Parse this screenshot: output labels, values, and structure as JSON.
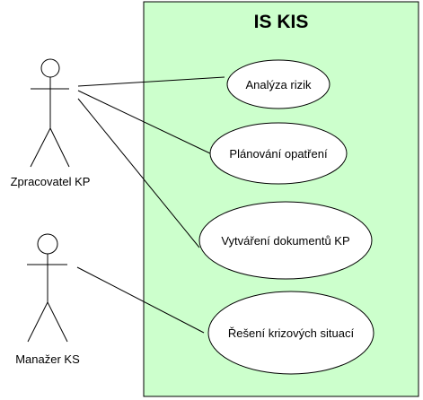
{
  "colors": {
    "system_fill": "#ccffcc",
    "system_stroke": "#000000",
    "usecase_fill": "#ffffff",
    "line": "#000000",
    "text": "#000000"
  },
  "system": {
    "title": "IS KIS"
  },
  "actors": [
    {
      "id": "zpracovatel",
      "label": "Zpracovatel KP"
    },
    {
      "id": "manazer",
      "label": "Manažer KS"
    }
  ],
  "usecases": [
    {
      "id": "analyza",
      "label": "Analýza rizik"
    },
    {
      "id": "planovani",
      "label": "Plánování opatření"
    },
    {
      "id": "vytvareni",
      "label": "Vytváření dokumentů KP"
    },
    {
      "id": "reseni",
      "label": "Řešení krizových situací"
    }
  ],
  "associations": [
    {
      "from": "zpracovatel",
      "to": "analyza"
    },
    {
      "from": "zpracovatel",
      "to": "planovani"
    },
    {
      "from": "zpracovatel",
      "to": "vytvareni"
    },
    {
      "from": "manazer",
      "to": "reseni"
    }
  ]
}
